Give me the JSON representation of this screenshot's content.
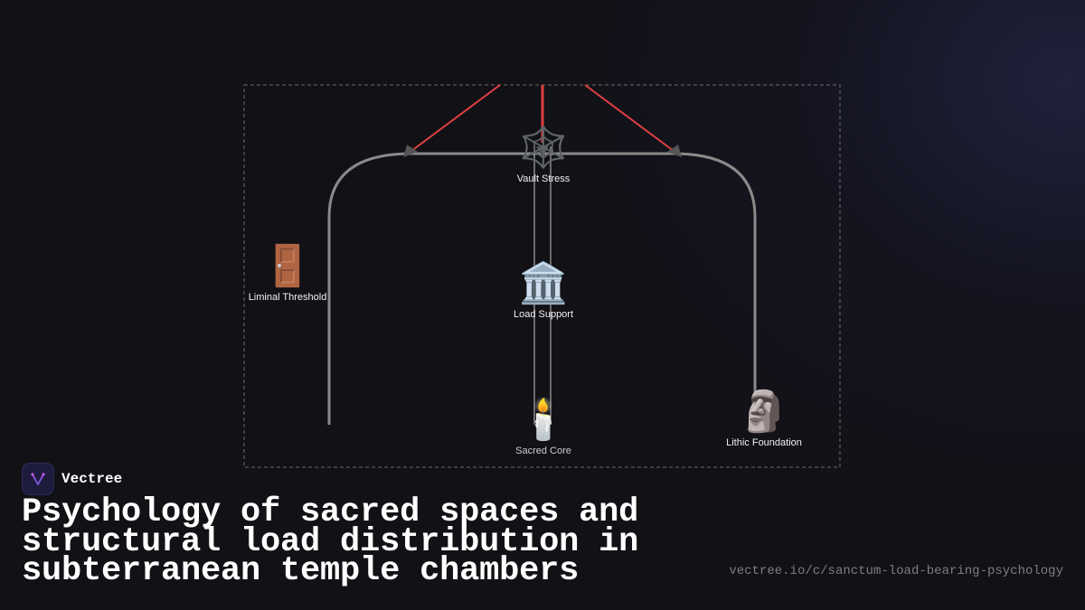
{
  "diagram": {
    "nodes": {
      "vault_stress": {
        "icon": "spider-web-icon",
        "emoji": "🕸️",
        "label": "Vault Stress"
      },
      "load_support": {
        "icon": "classical-building-icon",
        "emoji": "🏛️",
        "label": "Load Support"
      },
      "liminal_threshold": {
        "icon": "door-icon",
        "emoji": "🚪",
        "label": "Liminal Threshold"
      },
      "sacred_core": {
        "icon": "candle-icon",
        "emoji": "🕯️",
        "label": "Sacred Core"
      },
      "lithic_foundation": {
        "icon": "moai-icon",
        "emoji": "🗿",
        "label": "Lithic Foundation"
      }
    },
    "colors": {
      "arch": "#8a8a8a",
      "force_lines": "#e04040",
      "frame": "#5a5a5a"
    }
  },
  "brand": {
    "name": "Vectree",
    "icon": "vectree-logo-icon"
  },
  "title": "Psychology of sacred spaces and structural load distribution in subterranean temple chambers",
  "url": "vectree.io/c/sanctum-load-bearing-psychology"
}
